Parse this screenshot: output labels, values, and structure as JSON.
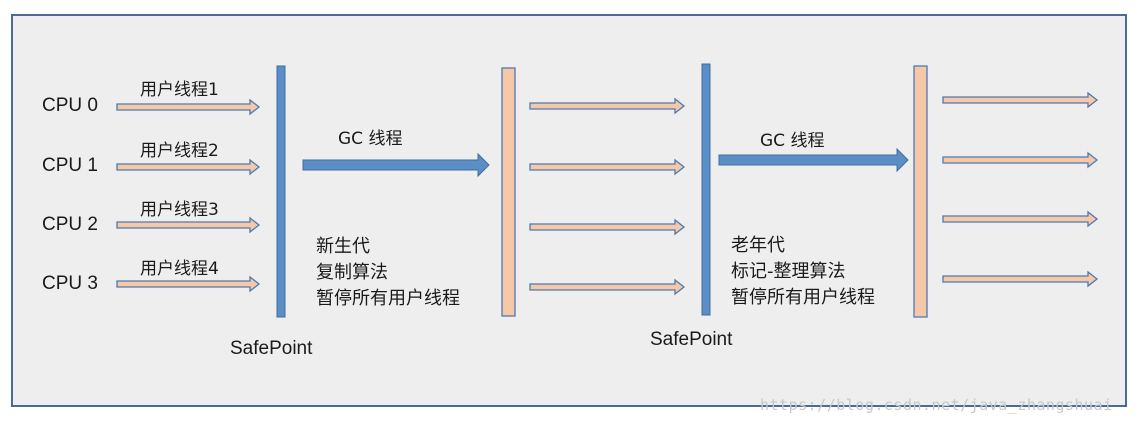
{
  "cpus": [
    "CPU 0",
    "CPU 1",
    "CPU 2",
    "CPU 3"
  ],
  "threads": [
    "用户线程1",
    "用户线程2",
    "用户线程3",
    "用户线程4"
  ],
  "phase1": {
    "gc_label": "GC 线程",
    "desc": [
      "新生代",
      "复制算法",
      "暂停所有用户线程"
    ],
    "safepoint": "SafePoint"
  },
  "phase2": {
    "gc_label": "GC 线程",
    "desc": [
      "老年代",
      "标记-整理算法",
      "暂停所有用户线程"
    ],
    "safepoint": "SafePoint"
  },
  "watermark": "https://blog.csdn.net/java_zhangshuai",
  "colors": {
    "background": "#eeeeee",
    "frame": "#4a6c94",
    "blue_bar": "#5b8ec6",
    "peach_bar": "#f6c8aa",
    "arrow_outline": "#4e7aae"
  }
}
